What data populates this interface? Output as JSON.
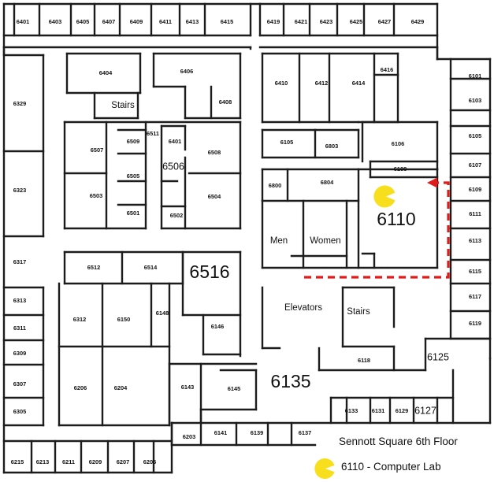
{
  "legend": {
    "title": "Sennott Square 6th Floor",
    "key_label": "6110 - Computer Lab"
  },
  "colors": {
    "route": "#e01b1b",
    "marker": "#f7df1e",
    "walls": "#1c1c1c"
  },
  "icons": {
    "location_marker": "pacman-icon",
    "route_arrow": "arrow-left-icon"
  },
  "rooms": {
    "top_row_left": [
      "6401",
      "6403",
      "6405",
      "6407",
      "6409",
      "6411",
      "6413",
      "6415"
    ],
    "top_row_right": [
      "6419",
      "6421",
      "6423",
      "6425",
      "6427",
      "6429"
    ],
    "right_column": [
      "6101",
      "6103",
      "6105",
      "6107",
      "6109",
      "6111",
      "6113",
      "6115",
      "6117",
      "6119"
    ],
    "left_column": [
      "6329",
      "6323",
      "6317",
      "6313",
      "6311",
      "6309",
      "6307",
      "6305"
    ],
    "bottom_row": [
      "6215",
      "6213",
      "6211",
      "6209",
      "6207",
      "6205"
    ],
    "core": [
      "6404",
      "6406",
      "6408",
      "6511",
      "6509",
      "6401",
      "6507",
      "6508",
      "6505",
      "6503",
      "6504",
      "6501",
      "6502",
      "6410",
      "6412",
      "6414",
      "6416",
      "6105",
      "6803",
      "6106",
      "6108",
      "6800",
      "6804",
      "6512",
      "6514",
      "6312",
      "6150",
      "6148",
      "6146",
      "6206",
      "6204",
      "6118",
      "6143",
      "6145",
      "6203",
      "6141",
      "6139",
      "6137",
      "6133",
      "6131",
      "6129"
    ],
    "large": {
      "lab": "6110",
      "r6516": "6516",
      "r6135": "6135",
      "r6506": "6506",
      "r6125": "6125",
      "r6127": "6127"
    }
  },
  "labels": {
    "stairs_top": "Stairs",
    "stairs_mid": "Stairs",
    "men": "Men",
    "women": "Women",
    "elevators": "Elevators"
  }
}
